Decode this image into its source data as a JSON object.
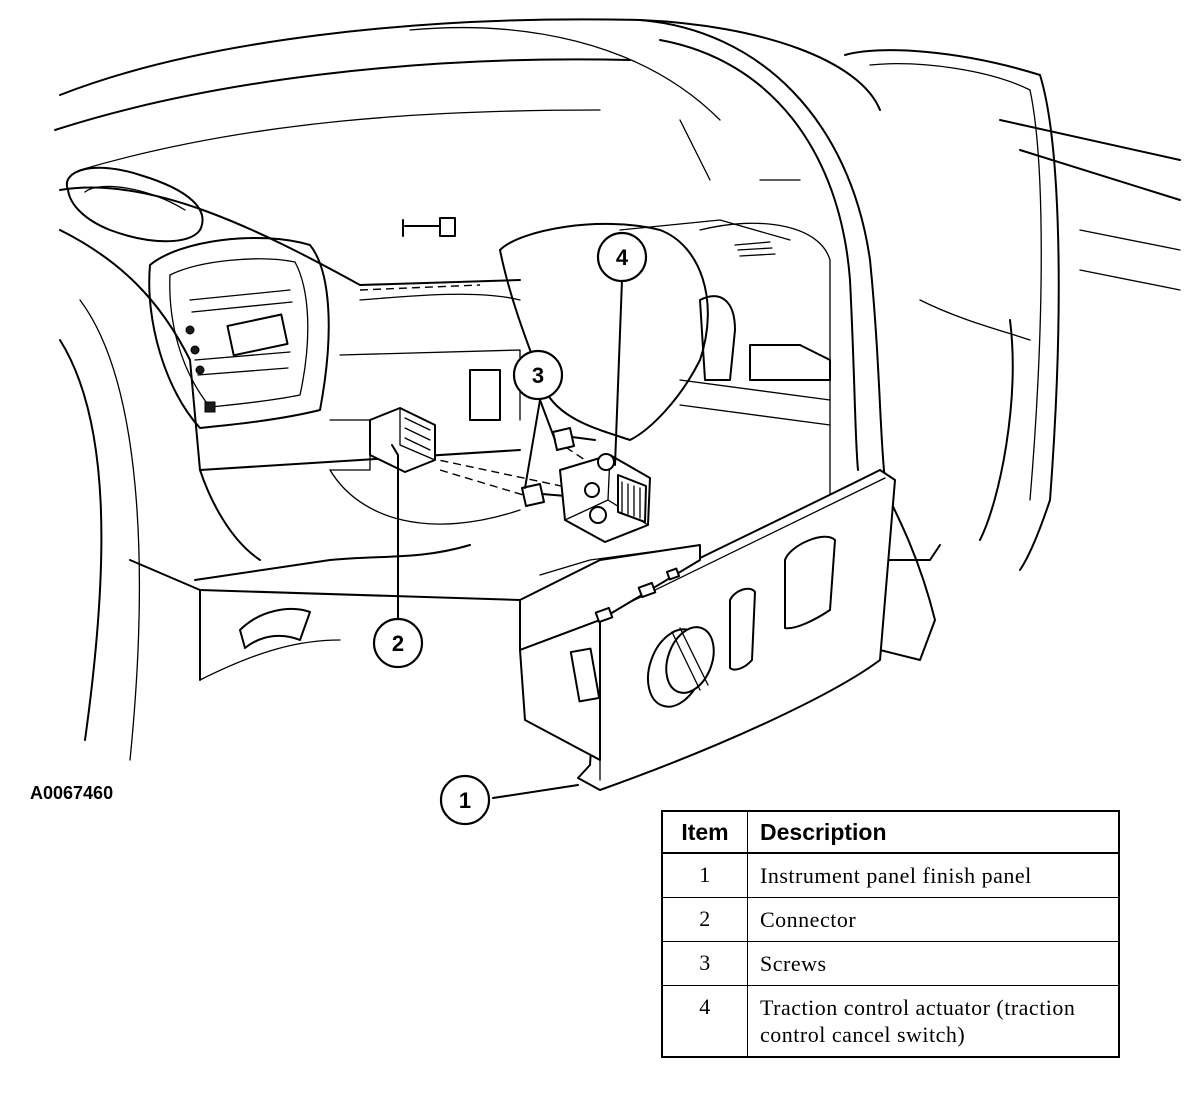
{
  "figure_id": "A0067460",
  "callouts": [
    "1",
    "2",
    "3",
    "4"
  ],
  "legend": {
    "headers": {
      "item": "Item",
      "description": "Description"
    },
    "rows": [
      {
        "item": "1",
        "description": "Instrument panel finish panel"
      },
      {
        "item": "2",
        "description": "Connector"
      },
      {
        "item": "3",
        "description": "Screws"
      },
      {
        "item": "4",
        "description": "Traction control actuator (traction control cancel switch)"
      }
    ]
  }
}
